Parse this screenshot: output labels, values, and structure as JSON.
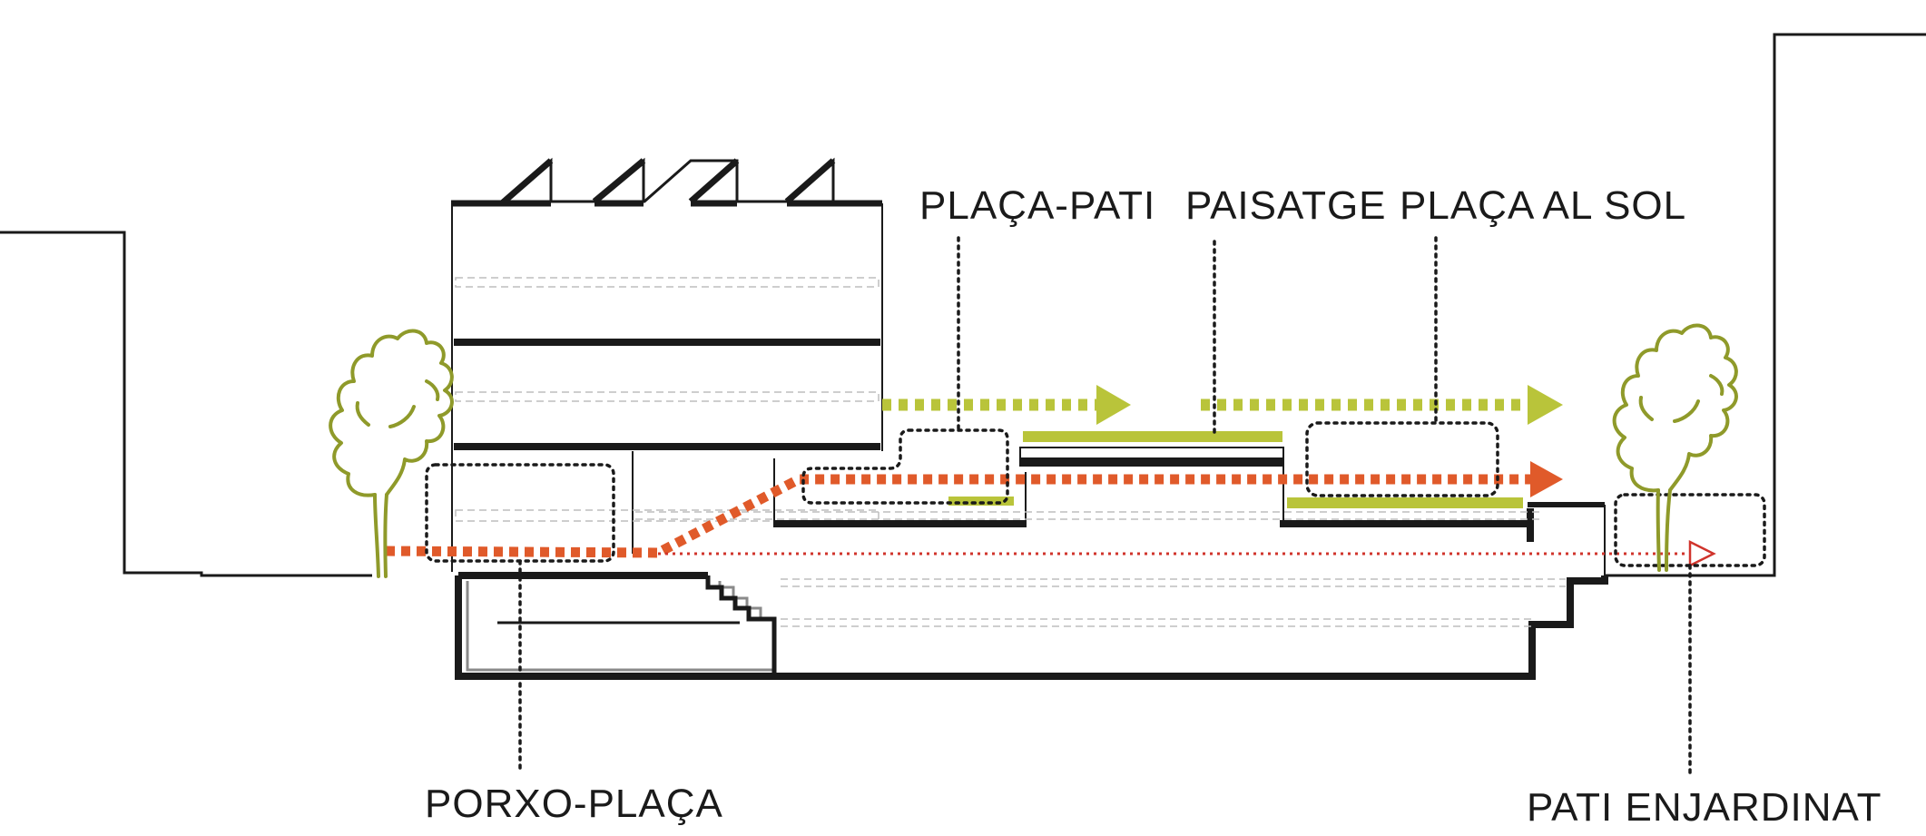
{
  "labels": {
    "placa_pati": "PLAÇA-PATI",
    "paisatge": "PAISATGE",
    "placa_al_sol": "PLAÇA AL SOL",
    "porxo_placa": "PORXO-PLAÇA",
    "pati_enjardinat": "PATI ENJARDINAT"
  },
  "colors": {
    "line": "#1a1a1a",
    "structure": "#1a1a1a",
    "dashed_floor": "#bdbdbd",
    "green_accent": "#b9c43a",
    "orange_accent": "#e05a2a",
    "red_thin": "#d0342c",
    "tree": "#8f9a2a"
  },
  "icons": {
    "tree_left": "tree-icon",
    "tree_right": "tree-icon"
  }
}
